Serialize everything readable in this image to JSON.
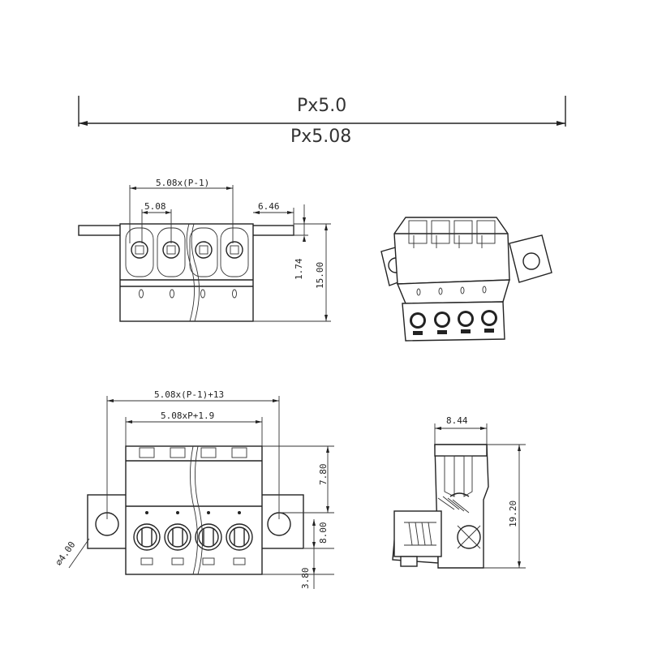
{
  "header": {
    "pitch_a": "Px5.0",
    "pitch_b": "Px5.08"
  },
  "top_view": {
    "dim_span": "5.08x(P-1)",
    "dim_pitch": "5.08",
    "dim_right": "6.46",
    "dim_small_v": "1.74",
    "dim_height": "15.00"
  },
  "front_view": {
    "dim_overall": "5.08x(P-1)+13",
    "dim_body": "5.08xP+1.9",
    "dim_hole": "⌀4.00",
    "dim_upper": "7.80",
    "dim_mid": "8.00",
    "dim_low": "3.80"
  },
  "side_view": {
    "dim_width": "8.44",
    "dim_height": "19.20"
  }
}
